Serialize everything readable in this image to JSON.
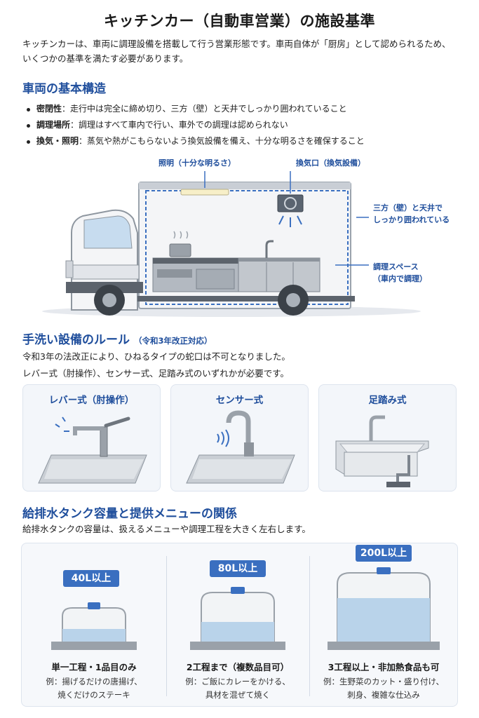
{
  "title": "キッチンカー（自動車営業）の施設基準",
  "intro": {
    "line1": "キッチンカーは、車両に調理設備を搭載して行う営業形態です。車両自体が「厨房」として認められるため、",
    "line2": "いくつかの基準を満たす必要があります。"
  },
  "structure": {
    "heading": "車両の基本構造",
    "bullets": [
      {
        "term": "密閉性",
        "text": "：走行中は完全に締め切り、三方（壁）と天井でしっかり囲われていること"
      },
      {
        "term": "調理場所",
        "text": "：調理はすべて車内で行い、車外での調理は認められない"
      },
      {
        "term": "換気・照明",
        "text": "：蒸気や熱がこもらないよう換気設備を備え、十分な明るさを確保すること"
      }
    ],
    "labels": {
      "lighting": "照明（十分な明るさ）",
      "vent": "換気口（換気設備）",
      "walls_line1": "三方（壁）と天井で",
      "walls_line2": "しっかり囲われている",
      "space_line1": "調理スペース",
      "space_line2": "（車内で調理）"
    }
  },
  "handwash": {
    "heading": "手洗い設備のルール",
    "heading_note": "（令和3年改正対応）",
    "line1": "令和3年の法改正により、ひねるタイプの蛇口は不可となりました。",
    "line2": "レバー式（肘操作）、センサー式、足踏み式のいずれかが必要です。",
    "types": [
      {
        "label": "レバー式（肘操作）",
        "icon": "lever-faucet-icon"
      },
      {
        "label": "センサー式",
        "icon": "sensor-faucet-icon"
      },
      {
        "label": "足踏み式",
        "icon": "foot-pedal-sink-icon"
      }
    ]
  },
  "tanks": {
    "heading": "給排水タンク容量と提供メニューの関係",
    "description": "給排水タンクの容量は、扱えるメニューや調理工程を大きく左右します。",
    "items": [
      {
        "capacity": "40L以上",
        "label": "単一工程・1品目のみ",
        "ex1": "例：揚げるだけの唐揚げ、",
        "ex2": "焼くだけのステーキ"
      },
      {
        "capacity": "80L以上",
        "label": "2工程まで（複数品目可）",
        "ex1": "例：ご飯にカレーをかける、",
        "ex2": "具材を混ぜて焼く"
      },
      {
        "capacity": "200L以上",
        "label": "3工程以上・非加熱食品も可",
        "ex1": "例：生野菜のカット・盛り付け、",
        "ex2": "刺身、複雑な仕込み"
      }
    ]
  },
  "colors": {
    "accent": "#1f4e9c",
    "badge": "#3a6fc0",
    "water": "#b9d3ea",
    "cap": "#3a6fc0"
  }
}
